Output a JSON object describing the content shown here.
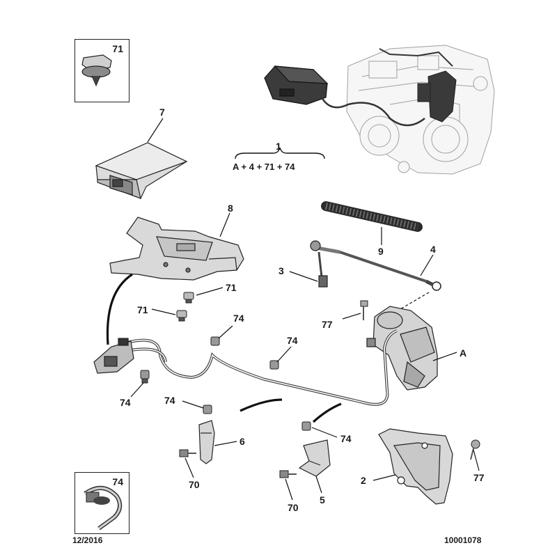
{
  "diagram": {
    "assembly": {
      "number": "1",
      "formula": "A + 4 + 71 + 74"
    },
    "labels": {
      "l7": "7",
      "l8": "8",
      "l9": "9",
      "l4": "4",
      "l3": "3",
      "l71a": "71",
      "l71b": "71",
      "l74a": "74",
      "l74b": "74",
      "l74c": "74",
      "l74d": "74",
      "l74e": "74",
      "l77a": "77",
      "l77b": "77",
      "lA": "A",
      "l6": "6",
      "l2": "2",
      "l70a": "70",
      "l70b": "70",
      "l5": "5"
    },
    "thumbs": {
      "top": "71",
      "bottom": "74"
    },
    "footer": {
      "date": "12/2016",
      "ref": "10001078"
    }
  },
  "colors": {
    "line": "#1a1a1a",
    "part_fill": "#d9d9d9",
    "part_dark": "#4a4a4a",
    "engine_line": "#9a9a9a"
  }
}
